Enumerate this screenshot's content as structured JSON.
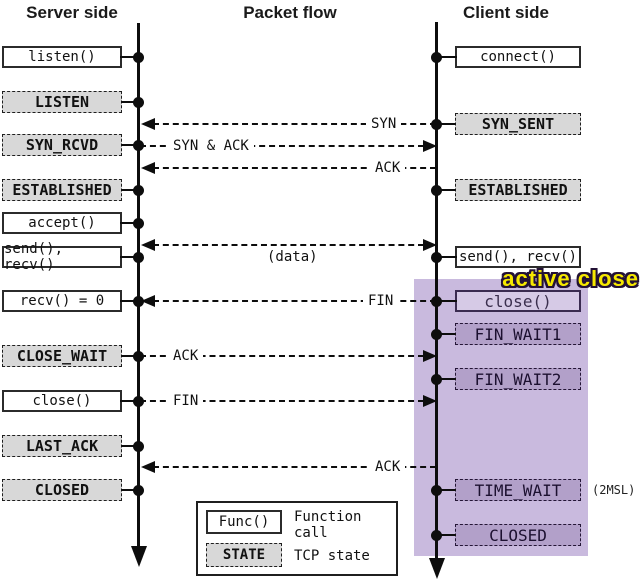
{
  "headers": {
    "server": "Server side",
    "flow": "Packet flow",
    "client": "Client side"
  },
  "server": {
    "rows": [
      {
        "label": "listen()",
        "kind": "func"
      },
      {
        "label": "LISTEN",
        "kind": "state"
      },
      {
        "label": "SYN_RCVD",
        "kind": "state"
      },
      {
        "label": "ESTABLISHED",
        "kind": "state"
      },
      {
        "label": "accept()",
        "kind": "func"
      },
      {
        "label": "send(), recv()",
        "kind": "func"
      },
      {
        "label": "recv() = 0",
        "kind": "func"
      },
      {
        "label": "CLOSE_WAIT",
        "kind": "state"
      },
      {
        "label": "close()",
        "kind": "func"
      },
      {
        "label": "LAST_ACK",
        "kind": "state"
      },
      {
        "label": "CLOSED",
        "kind": "state"
      }
    ]
  },
  "client": {
    "rows": [
      {
        "label": "connect()",
        "kind": "func"
      },
      {
        "label": "SYN_SENT",
        "kind": "state"
      },
      {
        "label": "ESTABLISHED",
        "kind": "state"
      },
      {
        "label": "send(), recv()",
        "kind": "func"
      },
      {
        "label": "close()",
        "kind": "func"
      },
      {
        "label": "FIN_WAIT1",
        "kind": "state"
      },
      {
        "label": "FIN_WAIT2",
        "kind": "state"
      },
      {
        "label": "TIME_WAIT",
        "kind": "state"
      },
      {
        "label": "CLOSED",
        "kind": "state"
      }
    ]
  },
  "arrows": [
    {
      "label": "SYN",
      "from": "client",
      "to": "server"
    },
    {
      "label": "SYN & ACK",
      "from": "server",
      "to": "client"
    },
    {
      "label": "ACK",
      "from": "client",
      "to": "server"
    },
    {
      "label": "(data)",
      "from": "both",
      "to": "both"
    },
    {
      "label": "FIN",
      "from": "client",
      "to": "server"
    },
    {
      "label": "ACK",
      "from": "server",
      "to": "client"
    },
    {
      "label": "FIN",
      "from": "server",
      "to": "client"
    },
    {
      "label": "ACK",
      "from": "client",
      "to": "server"
    }
  ],
  "annotations": {
    "active_close": "active close",
    "msl": "(2MSL)"
  },
  "legend": {
    "func_box": "Func()",
    "func_desc": "Function call",
    "state_box": "STATE",
    "state_desc": "TCP state"
  },
  "colors": {
    "highlight_region": "#c9bade",
    "state_gray": "#d8d8d8",
    "purple_state": "#b2a0c9",
    "purple_func": "#d6cae6",
    "active_close_yellow": "#f6e800",
    "line_black": "#0d0d0d"
  }
}
